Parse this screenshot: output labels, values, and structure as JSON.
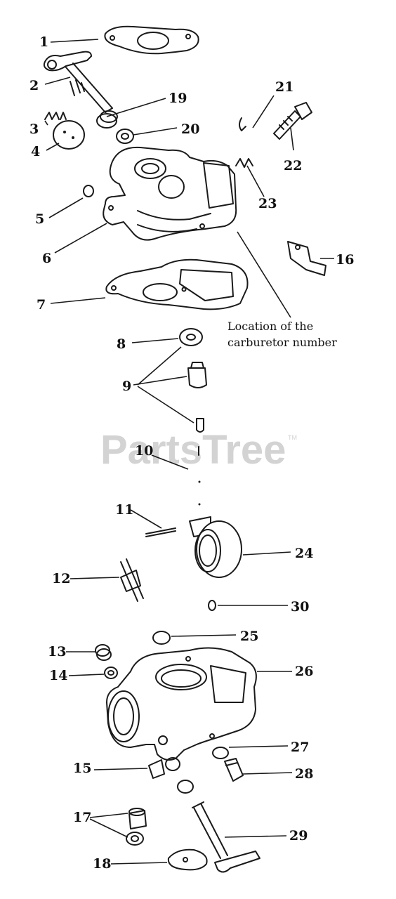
{
  "diagram": {
    "callouts": [
      "1",
      "2",
      "3",
      "4",
      "5",
      "6",
      "7",
      "8",
      "9",
      "10",
      "11",
      "12",
      "13",
      "14",
      "15",
      "16",
      "17",
      "18",
      "19",
      "20",
      "21",
      "22",
      "23",
      "24",
      "25",
      "26",
      "27",
      "28",
      "29",
      "30"
    ],
    "note_line1": "Location of the",
    "note_line2": "carburetor number",
    "watermark": "PartsTree",
    "trademark": "TM"
  }
}
